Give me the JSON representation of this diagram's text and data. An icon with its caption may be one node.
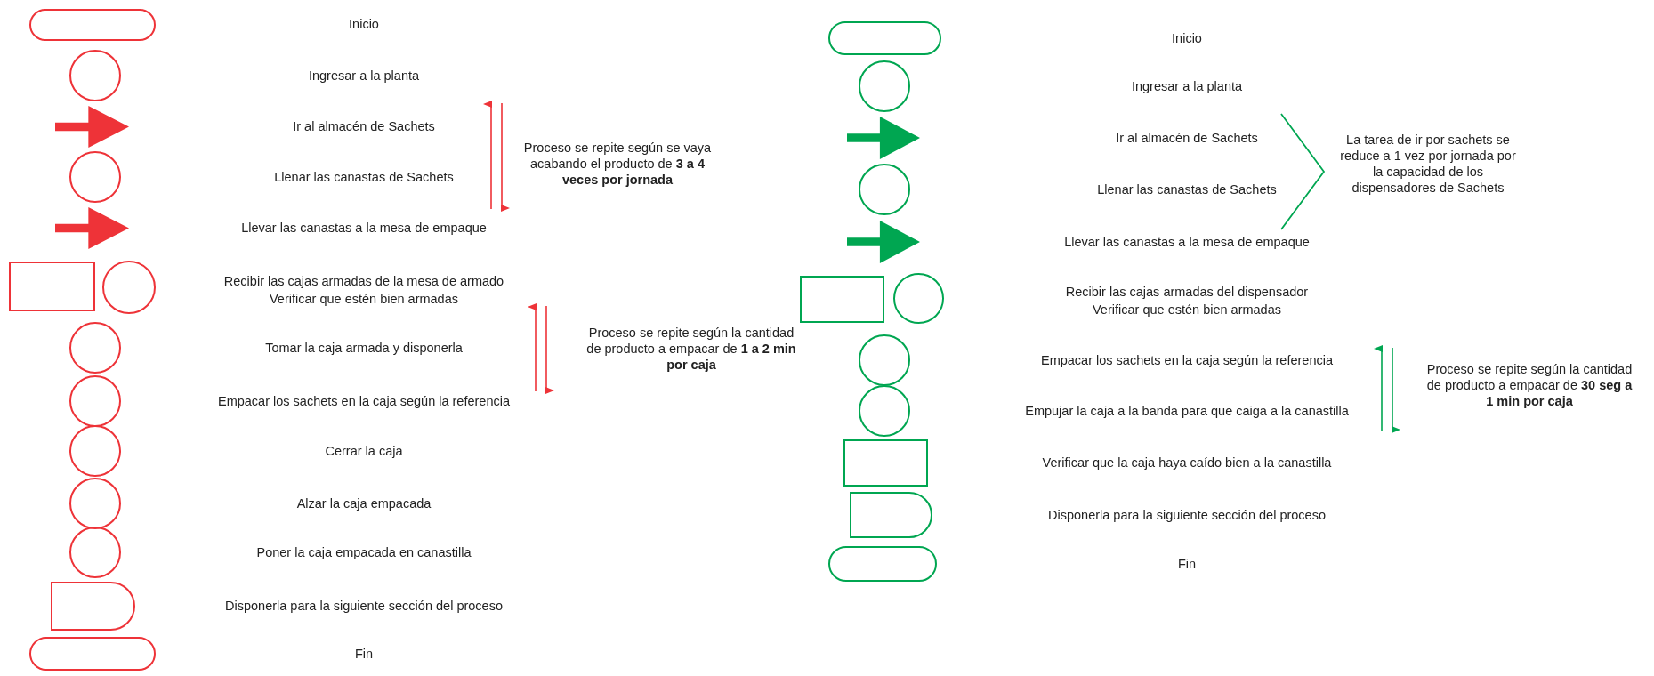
{
  "diagram": {
    "nodes": [
      {
        "text": [],
        "shape": "capsule"
      },
      {
        "text": [],
        "shape": "circle"
      },
      {
        "text": [],
        "shape": "arrow"
      },
      {
        "text": [],
        "shape": "circle"
      },
      {
        "text": [],
        "shape": "arrow"
      },
      {
        "text": [],
        "shape": "box"
      },
      {
        "text": [],
        "shape": "circle"
      },
      {
        "text": [],
        "shape": "circle"
      },
      {
        "text": [],
        "shape": "circle"
      },
      {
        "text": [],
        "shape": "circle"
      },
      {
        "text": [],
        "shape": "circle"
      },
      {
        "text": [],
        "shape": "circle"
      },
      {
        "text": [],
        "shape": "d-shape"
      },
      {
        "text": [],
        "shape": "capsule"
      },
      {
        "text": [],
        "shape": "capsule"
      },
      {
        "text": [],
        "shape": "circle"
      },
      {
        "text": [],
        "shape": "arrow"
      },
      {
        "text": [],
        "shape": "circle"
      },
      {
        "text": [],
        "shape": "arrow"
      },
      {
        "text": [],
        "shape": "box"
      },
      {
        "text": [],
        "shape": "circle"
      },
      {
        "text": [],
        "shape": "circle"
      },
      {
        "text": [],
        "shape": "circle"
      },
      {
        "text": [],
        "shape": "box"
      },
      {
        "text": [],
        "shape": "d-shape"
      },
      {
        "text": [],
        "shape": "capsule"
      }
    ],
    "labels": [
      "Inicio",
      "Ingresar a la planta",
      "Ir al almacén de Sachets",
      "Llenar las canastas de Sachets",
      "Llevar las canastas a la mesa de empaque",
      "Recibir las cajas armadas de la mesa de armado",
      "Verificar que estén bien armadas",
      "Tomar la caja armada y disponerla",
      "Empacar los sachets en la caja según la referencia",
      "Cerrar la caja",
      "Alzar la caja empacada",
      "Poner la caja empacada en canastilla",
      "Disponerla para la siguiente sección del proceso",
      "Fin",
      "Proceso se repite según se vaya acabando el producto de **3 a 4 veces por jornada**",
      "Proceso se repite según la cantidad de producto a empacar de **1 a 2 min por caja**",
      "Inicio",
      "Ingresar a la planta",
      "Ir al almacén de Sachets",
      "Llenar las canastas de Sachets",
      "Llevar las canastas a la mesa de empaque",
      "Recibir las cajas armadas del dispensador",
      "Verificar que estén bien armadas",
      "Empacar los sachets en la caja según la referencia",
      "Empujar la caja a la banda para que caiga a la canastilla",
      "Verificar que la caja haya caído bien a la canastilla",
      "Disponerla para la siguiente sección del proceso",
      "Fin",
      "La tarea de ir por sachets se reduce a 1 vez por jornada por la capacidad de los dispensadores de Sachets",
      "Proceso se repite según la cantidad de producto a empacar de **30 seg a 1 min por caja**"
    ]
  }
}
